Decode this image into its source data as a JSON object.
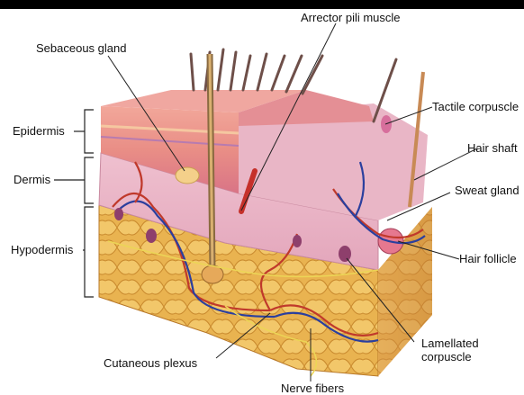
{
  "labels": {
    "arrector_pili_muscle": "Arrector pili muscle",
    "sebaceous_gland": "Sebaceous gland",
    "tactile_corpuscle": "Tactile corpuscle",
    "epidermis": "Epidermis",
    "hair_shaft": "Hair shaft",
    "dermis": "Dermis",
    "sweat_gland": "Sweat gland",
    "hypodermis": "Hypodermis",
    "hair_follicle": "Hair follicle",
    "lamellated_corpuscle_line1": "Lamellated",
    "lamellated_corpuscle_line2": "corpuscle",
    "cutaneous_plexus": "Cutaneous plexus",
    "nerve_fibers": "Nerve fibers"
  },
  "colors": {
    "epidermis": "#e89a8c",
    "dermis": "#e7b3c4",
    "hypodermis": "#e6b04c",
    "artery": "#c0392b",
    "vein": "#2b3f9e",
    "nerve": "#e8d44a",
    "hair": "#7a5a52"
  }
}
